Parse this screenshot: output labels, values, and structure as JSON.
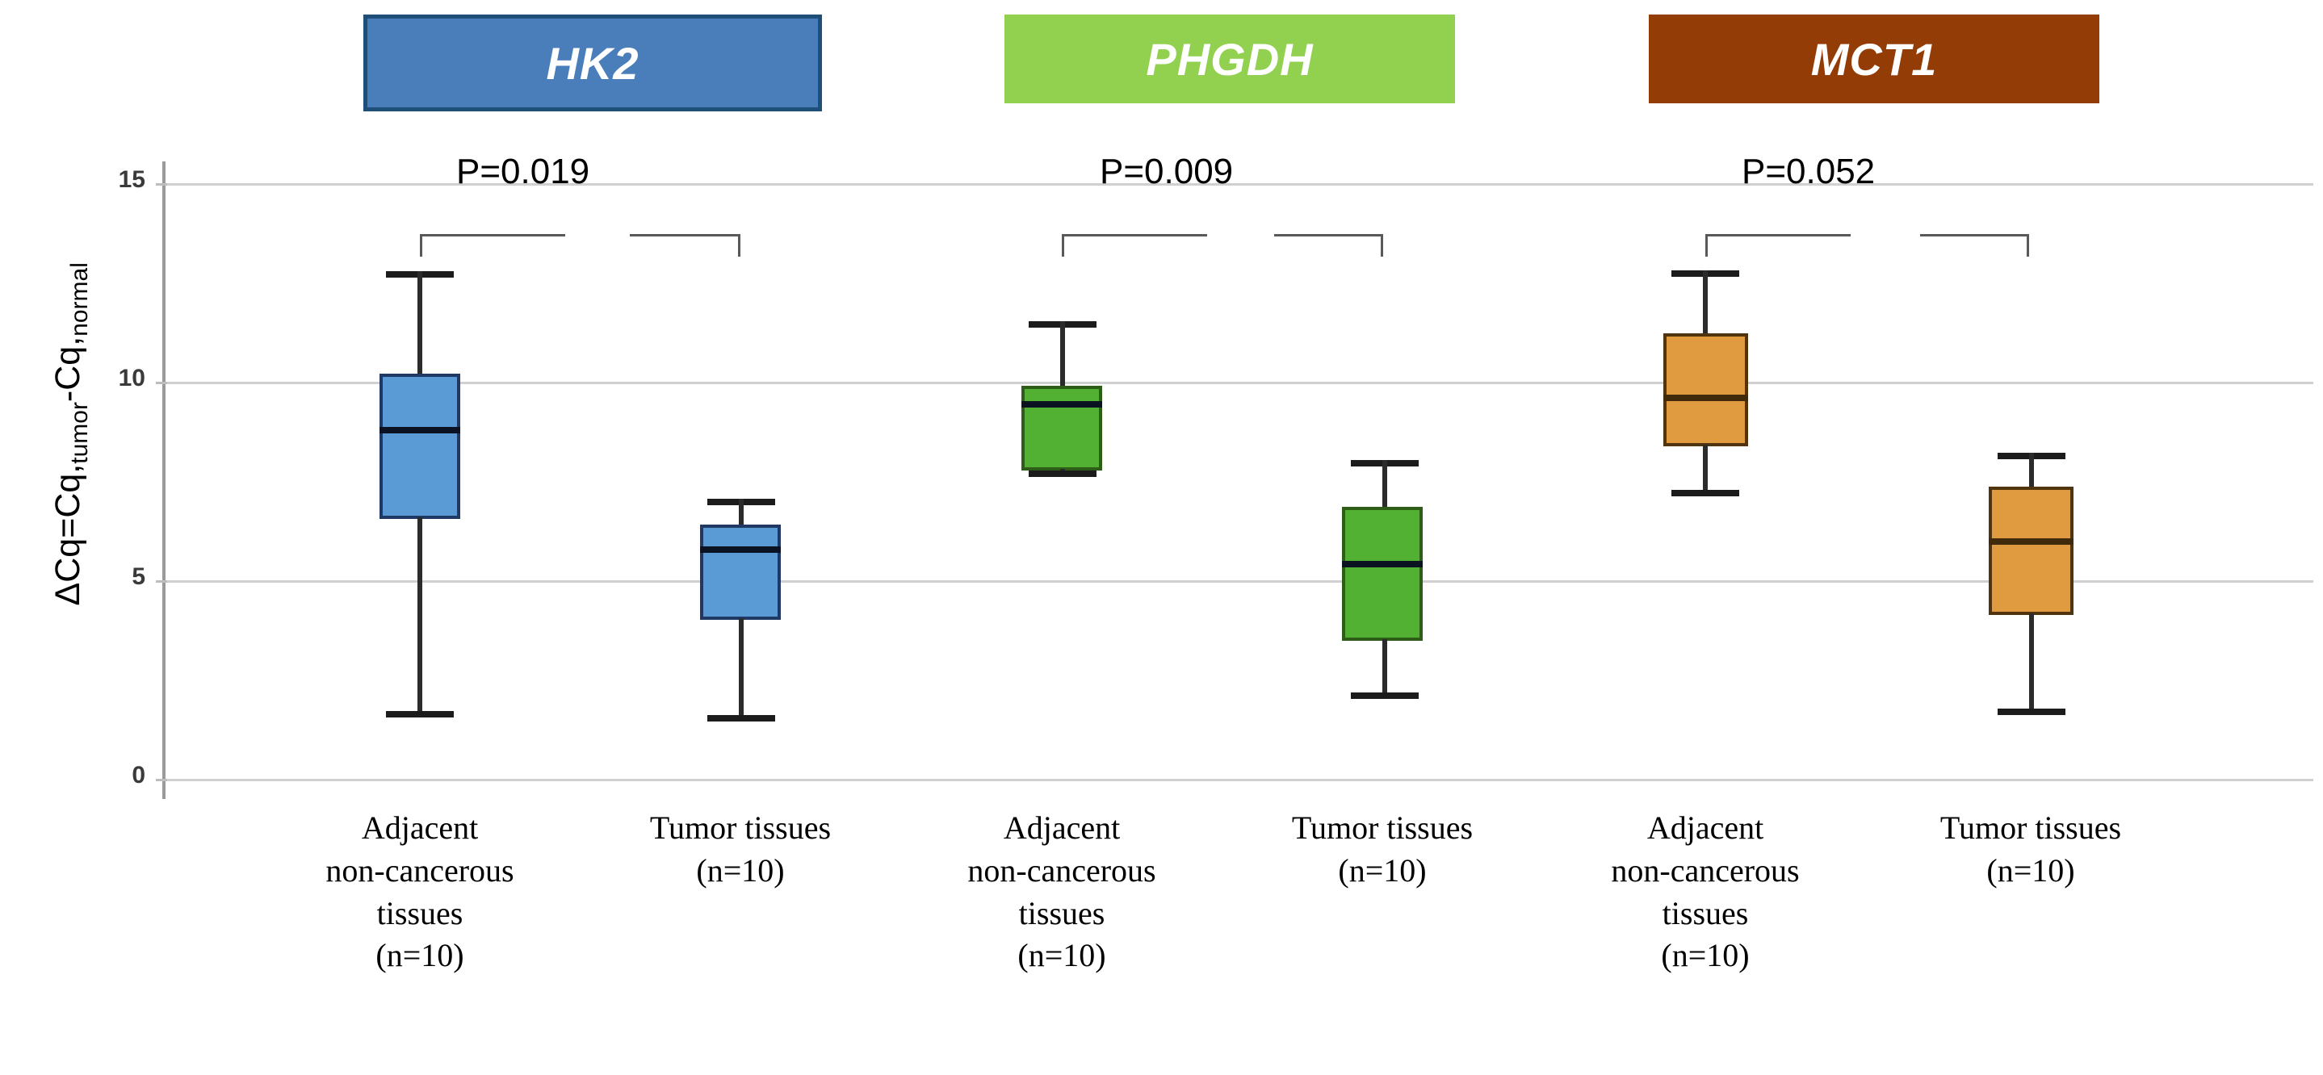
{
  "chart_data": {
    "type": "box",
    "title": "",
    "xlabel": "",
    "ylabel": "ΔCq=Cq,tumor-Cq,normal",
    "ylabel_parts": {
      "prefix": "ΔCq=Cq,",
      "sub1": "tumor",
      "mid": "-Cq,",
      "sub2": "normal"
    },
    "ylim": [
      0,
      15
    ],
    "yticks": [
      0,
      5,
      10,
      15
    ],
    "ytick_labels": [
      "0",
      "5",
      "10",
      "15"
    ],
    "grid": "horizontal",
    "legend": "none",
    "groups": [
      {
        "name": "HK2",
        "color": "#4a7ebb",
        "border_color": "#1f4e79",
        "box_fill": "#5b9bd5",
        "pvalue_label": "P=0.019",
        "pvalue": 0.019,
        "boxes": [
          {
            "category": "Adjacent non-cancerous tissues",
            "n": 10,
            "whisker_low": 1.8,
            "q1": 6.55,
            "median": 8.85,
            "q3": 10.2,
            "whisker_high": 12.7
          },
          {
            "category": "Tumor tissues",
            "n": 10,
            "whisker_low": 1.65,
            "q1": 4.15,
            "median": 5.85,
            "q3": 6.4,
            "whisker_high": 6.95
          }
        ]
      },
      {
        "name": "PHGDH",
        "color": "#92d050",
        "border_color": "#76b043",
        "box_fill": "#52b133",
        "pvalue_label": "P=0.009",
        "pvalue": 0.009,
        "boxes": [
          {
            "category": "Adjacent non-cancerous tissues",
            "n": 10,
            "whisker_low": 7.75,
            "q1": 7.85,
            "median": 9.5,
            "q3": 9.9,
            "whisker_high": 11.45
          },
          {
            "category": "Tumor tissues",
            "n": 10,
            "whisker_low": 2.2,
            "q1": 3.6,
            "median": 5.5,
            "q3": 6.9,
            "whisker_high": 8.0
          }
        ]
      },
      {
        "name": "MCT1",
        "color": "#943c05",
        "border_color": "#7b3103",
        "box_fill": "#e09a40",
        "pvalue_label": "P=0.052",
        "pvalue": 0.052,
        "boxes": [
          {
            "category": "Adjacent non-cancerous tissues",
            "n": 10,
            "whisker_low": 7.3,
            "q1": 8.5,
            "median": 10.0,
            "q3": 11.35,
            "whisker_high": 12.75
          },
          {
            "category": "Tumor tissues",
            "n": 10,
            "whisker_low": 1.75,
            "q1": 4.65,
            "median": 6.05,
            "q3": 7.9,
            "whisker_high": 8.75
          }
        ]
      }
    ],
    "xtick_labels": [
      {
        "line1": "Adjacent",
        "line2": "non-cancerous",
        "line3": "tissues",
        "line4": "(n=10)"
      },
      {
        "line1": "Tumor tissues",
        "line2": "(n=10)",
        "line3": "",
        "line4": ""
      },
      {
        "line1": "Adjacent",
        "line2": "non-cancerous",
        "line3": "tissues",
        "line4": "(n=10)"
      },
      {
        "line1": "Tumor tissues",
        "line2": "(n=10)",
        "line3": "",
        "line4": ""
      },
      {
        "line1": "Adjacent",
        "line2": "non-cancerous",
        "line3": "tissues",
        "line4": "(n=10)"
      },
      {
        "line1": "Tumor tissues",
        "line2": "(n=10)",
        "line3": "",
        "line4": ""
      }
    ]
  },
  "gene_headers": [
    {
      "label": "HK2",
      "fill": "#4a7ebb",
      "border": "#1f4e79"
    },
    {
      "label": "PHGDH",
      "fill": "#92d050",
      "border": "#92d050"
    },
    {
      "label": "MCT1",
      "fill": "#943c05",
      "border": "#943c05"
    }
  ]
}
